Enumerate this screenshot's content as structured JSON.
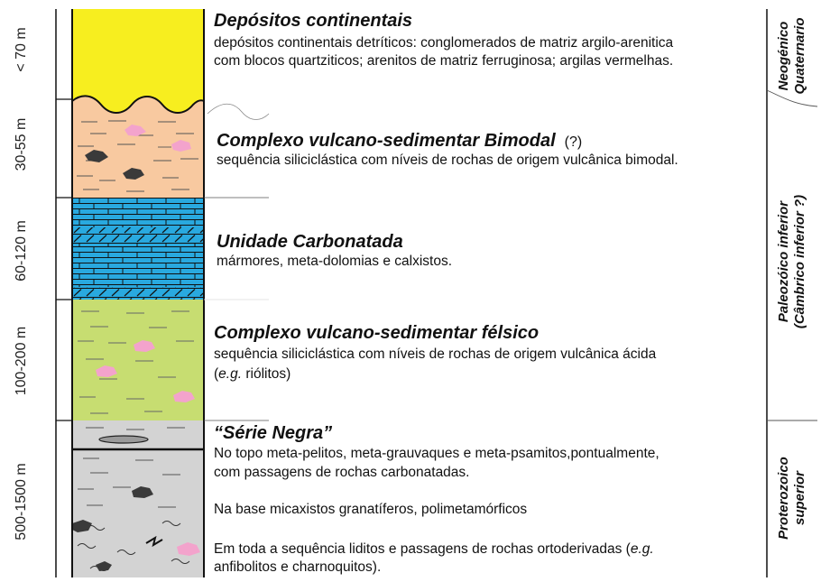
{
  "thickness_labels": [
    "< 70 m",
    "30-55 m",
    "60-120 m",
    "100-200 m",
    "500-1500 m"
  ],
  "units": [
    {
      "title": "Depósitos continentais",
      "lines": [
        "depósitos continentais detríticos: conglomerados de matriz argilo-arenitica",
        "com blocos quartziticos; arenitos de matriz ferruginosa; argilas vermelhas."
      ]
    },
    {
      "title": "Complexo vulcano-sedimentar Bimodal",
      "title_suffix": "(?)",
      "lines": [
        "sequência siliciclástica com níveis de rochas de origem vulcânica bimodal."
      ]
    },
    {
      "title": "Unidade Carbonatada",
      "lines": [
        "mármores, meta-dolomias e calxistos."
      ]
    },
    {
      "title": "Complexo vulcano-sedimentar félsico",
      "lines": [
        "sequência siliciclástica com níveis de rochas de origem vulcânica ácida"
      ],
      "line2_italic": "e.g.",
      "line2_rest": " riólitos)"
    },
    {
      "title": "“Série Negra”",
      "lines": [
        "No topo meta-pelitos, meta-grauvaques e meta-psamitos,pontualmente,",
        "com passagens de rochas carbonatadas.",
        "Na base micaxistos granatíferos, polimetamórficos",
        "Em toda a sequência liditos e passagens de rochas ortoderivadas (",
        "anfibolitos e charnoquitos)."
      ],
      "eg": "e.g."
    }
  ],
  "ages": [
    {
      "line1": "Neogénico",
      "line2": "Quaternario"
    },
    {
      "line1": "Paleozóico inferior",
      "line2": "(Câmbrico inferior ?)"
    },
    {
      "line1": "Proterozoico",
      "line2": "superior"
    }
  ],
  "colors": {
    "yellow": "#f7ee1f",
    "peach": "#f8c9a0",
    "blue": "#29a9df",
    "lime": "#c7dd71",
    "gray": "#d3d3d3",
    "pink": "#f3a3cc",
    "dark": "#3a3a3a"
  }
}
